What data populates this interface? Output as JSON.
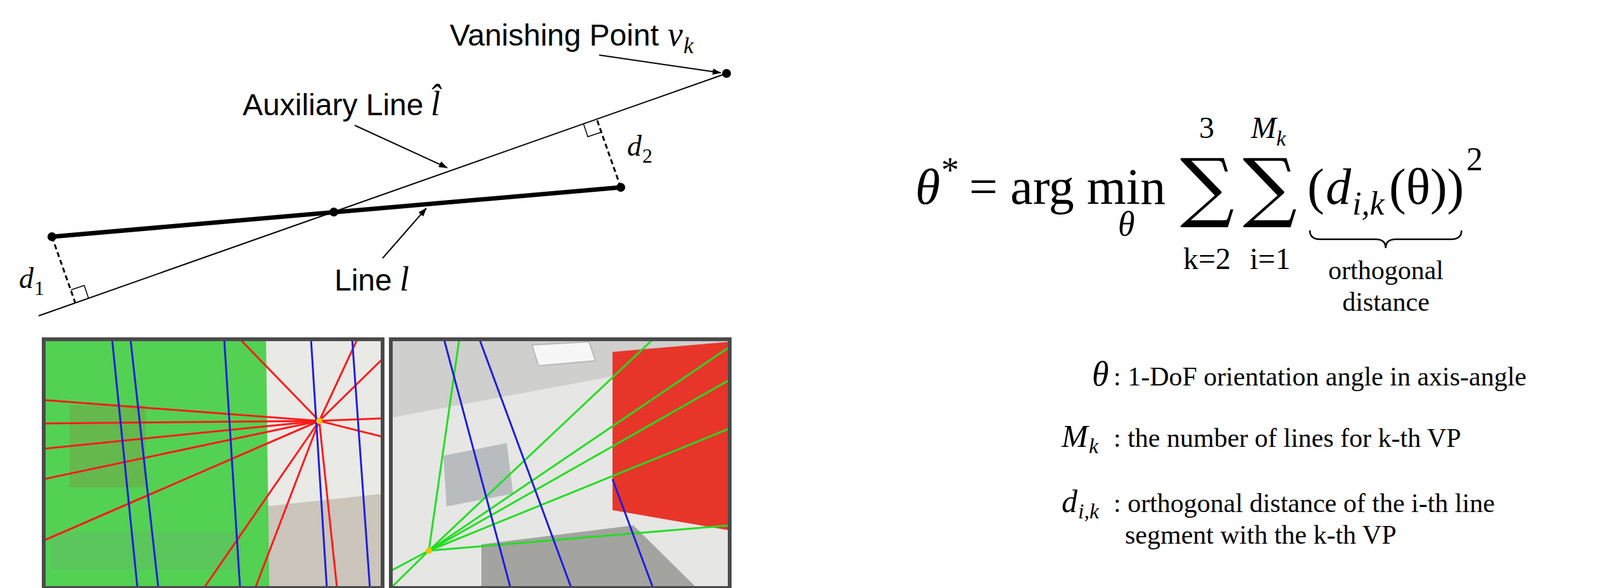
{
  "diagram": {
    "labels": [
      "Vanishing Point",
      "v",
      "k",
      "Auxiliary Line",
      "l̂",
      "Line",
      "l",
      "d",
      "1",
      "d",
      "2",
      "θ",
      "*",
      "= arg min",
      "θ",
      "∑",
      "3",
      "k=2",
      "∑",
      "M",
      "k",
      "i=1",
      "(",
      "d",
      "i,k",
      "(θ))",
      "2",
      "orthogonal distance",
      "θ",
      ": 1-DoF orientation angle in axis-angle",
      "M",
      "k",
      ": the number of lines for k-th VP",
      "d",
      "i,k",
      ": orthogonal distance of the i-th line segment with the k-th VP"
    ]
  }
}
